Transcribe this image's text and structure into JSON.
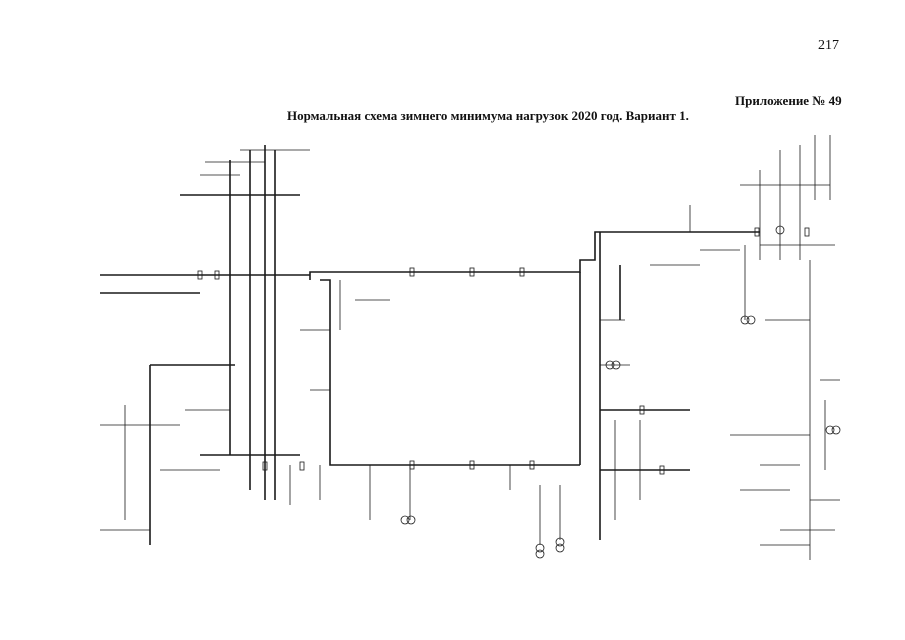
{
  "page": {
    "number": "217",
    "appendix": "Приложение № 49",
    "title": "Нормальная схема зимнего минимума нагрузок 2020 год. Вариант 1."
  },
  "colors": {
    "line": "#1a1a1a",
    "background": "#ffffff"
  }
}
